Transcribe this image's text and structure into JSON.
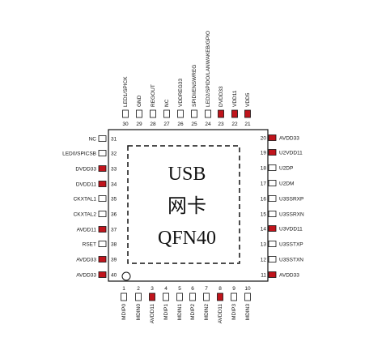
{
  "chip": {
    "text_lines": [
      "USB",
      "网卡",
      "QFN40"
    ]
  },
  "colors": {
    "red_pad": "#c0141c",
    "white_pad": "#ffffff",
    "outline": "#111111"
  },
  "pins": {
    "top": [
      {
        "num": "30",
        "label": "LED1/SPICK",
        "filled": false
      },
      {
        "num": "29",
        "label": "GND",
        "filled": false
      },
      {
        "num": "28",
        "label": "REGOUT",
        "filled": false
      },
      {
        "num": "27",
        "label": "NC",
        "filled": false
      },
      {
        "num": "26",
        "label": "VDDREG33",
        "filled": false
      },
      {
        "num": "25",
        "label": "SPIDI/ENSWREG",
        "filled": false
      },
      {
        "num": "24",
        "label": "LED2/SPIDO/LANWAKEB/GPIO",
        "filled": false
      },
      {
        "num": "23",
        "label": "DVDD33",
        "filled": true
      },
      {
        "num": "22",
        "label": "VDD11",
        "filled": true
      },
      {
        "num": "21",
        "label": "VDD5",
        "filled": true
      }
    ],
    "left": [
      {
        "num": "31",
        "label": "NC",
        "filled": false
      },
      {
        "num": "32",
        "label": "LED0/SPICSB",
        "filled": false
      },
      {
        "num": "33",
        "label": "DVDD33",
        "filled": true
      },
      {
        "num": "34",
        "label": "DVDD11",
        "filled": true
      },
      {
        "num": "35",
        "label": "CKXTAL1",
        "filled": false
      },
      {
        "num": "36",
        "label": "CKXTAL2",
        "filled": false
      },
      {
        "num": "37",
        "label": "AVDD11",
        "filled": true
      },
      {
        "num": "38",
        "label": "RSET",
        "filled": false
      },
      {
        "num": "39",
        "label": "AVDD33",
        "filled": true
      },
      {
        "num": "40",
        "label": "AVDD33",
        "filled": true
      }
    ],
    "right": [
      {
        "num": "20",
        "label": "AVDD33",
        "filled": true
      },
      {
        "num": "19",
        "label": "U2VDD11",
        "filled": true
      },
      {
        "num": "18",
        "label": "U2DP",
        "filled": false
      },
      {
        "num": "17",
        "label": "U2DM",
        "filled": false
      },
      {
        "num": "16",
        "label": "U3SSRXP",
        "filled": false
      },
      {
        "num": "15",
        "label": "U3SSRXN",
        "filled": false
      },
      {
        "num": "14",
        "label": "U3VDD11",
        "filled": true
      },
      {
        "num": "13",
        "label": "U3SSTXP",
        "filled": false
      },
      {
        "num": "12",
        "label": "U3SSTXN",
        "filled": false
      },
      {
        "num": "11",
        "label": "AVDD33",
        "filled": true
      }
    ],
    "bottom": [
      {
        "num": "1",
        "label": "MDIP0",
        "filled": false
      },
      {
        "num": "2",
        "label": "MDIN0",
        "filled": false
      },
      {
        "num": "3",
        "label": "AVDD11",
        "filled": true
      },
      {
        "num": "4",
        "label": "MDIP1",
        "filled": false
      },
      {
        "num": "5",
        "label": "MDIN1",
        "filled": false
      },
      {
        "num": "6",
        "label": "MDIP2",
        "filled": false
      },
      {
        "num": "7",
        "label": "MDIN2",
        "filled": false
      },
      {
        "num": "8",
        "label": "AVDD11",
        "filled": true
      },
      {
        "num": "9",
        "label": "MDIP3",
        "filled": false
      },
      {
        "num": "10",
        "label": "MDIN3",
        "filled": false
      }
    ]
  }
}
